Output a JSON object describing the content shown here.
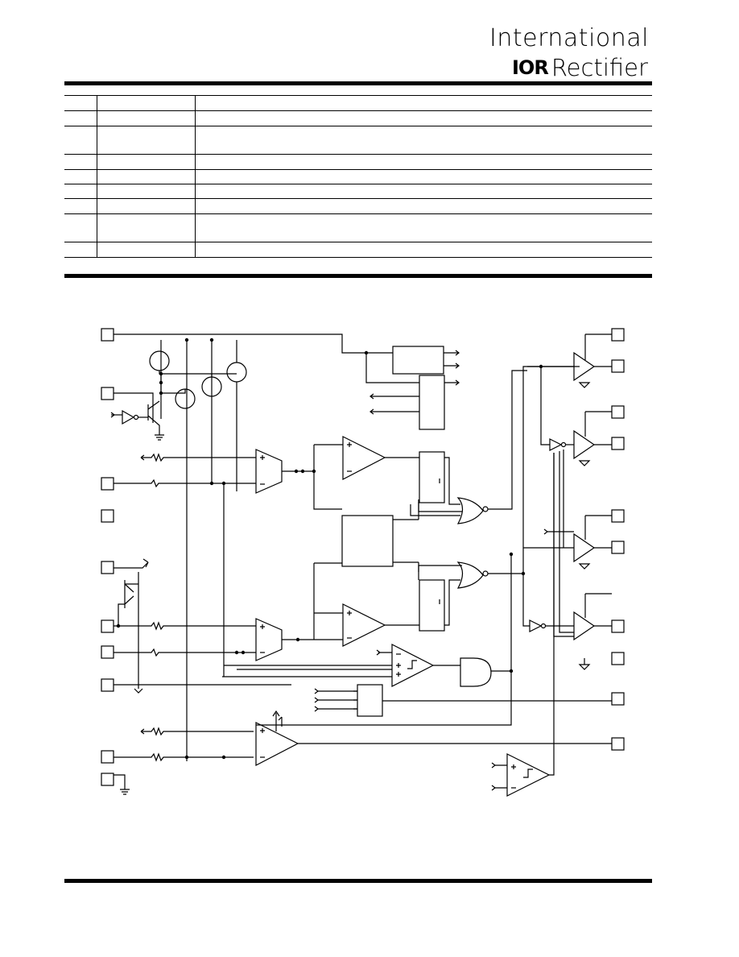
{
  "header": {
    "logo_top": "International",
    "logo_mark": "IOR",
    "logo_bottom": "Rectifier"
  },
  "pin_table": {
    "row_count": 10,
    "rows": []
  },
  "diagram": {
    "labels": []
  }
}
